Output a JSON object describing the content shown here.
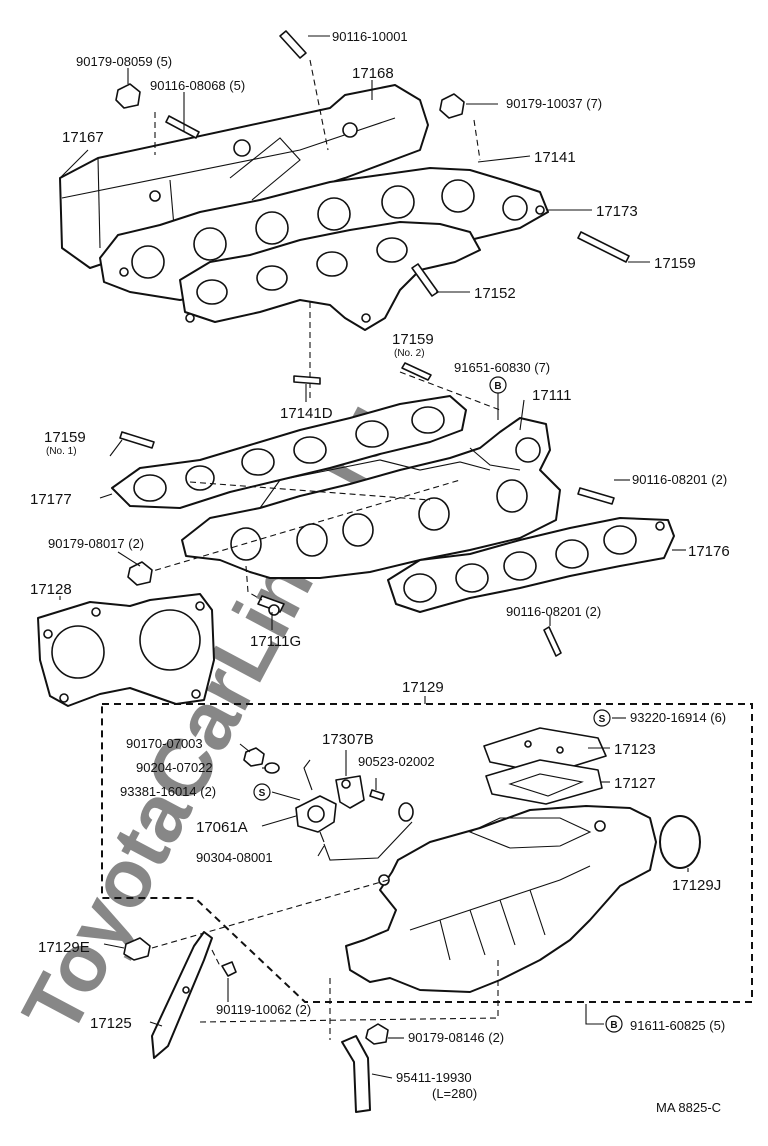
{
  "watermark": "ToyotaCarLiner.ru",
  "diagram_code": "MA  8825-C",
  "symbols": {
    "s": "S",
    "b": "B"
  },
  "labels": {
    "p90116_10001": "90116-10001",
    "p90179_08059": "90179-08059 (5)",
    "p90116_08068": "90116-08068 (5)",
    "p17168": "17168",
    "p17167": "17167",
    "p90179_10037": "90179-10037 (7)",
    "p17141": "17141",
    "p17173": "17173",
    "p17159_top": "17159",
    "p17152": "17152",
    "p17159_no2": "17159",
    "no2": "(No. 2)",
    "p91651_60830": "91651-60830 (7)",
    "p17141D": "17141D",
    "p17111": "17111",
    "p17159_no1": "17159",
    "no1": "(No. 1)",
    "p90116_08201_a": "90116-08201 (2)",
    "p17177": "17177",
    "p90179_08017": "90179-08017 (2)",
    "p17176": "17176",
    "p17128": "17128",
    "p17111G": "17111G",
    "p90116_08201_b": "90116-08201 (2)",
    "p17129": "17129",
    "p93220_16914": "93220-16914 (6)",
    "p90170_07003": "90170-07003",
    "p17307B": "17307B",
    "p90204_07022": "90204-07022",
    "p90523_02002": "90523-02002",
    "p17123": "17123",
    "p93381_16014": "93381-16014 (2)",
    "p17127": "17127",
    "p17061A": "17061A",
    "p90304_08001": "90304-08001",
    "p17129J": "17129J",
    "p17129E": "17129E",
    "p90119_10062": "90119-10062 (2)",
    "p17125": "17125",
    "p90179_08146": "90179-08146 (2)",
    "p91611_60825": "91611-60825 (5)",
    "p95411_19930": "95411-19930",
    "len280": "(L=280)"
  }
}
